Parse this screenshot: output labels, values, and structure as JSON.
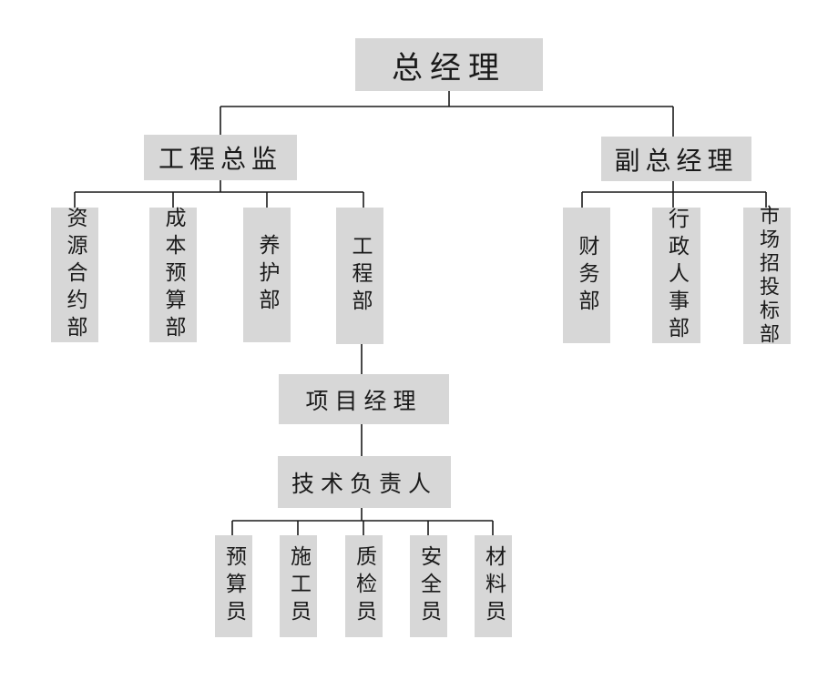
{
  "diagram": {
    "line_color": "#1a1a1a",
    "box_color": "#d7d7d7",
    "nodes": {
      "gm": "总经理",
      "chief_engineer": "工程总监",
      "deputy_gm": "副总经理",
      "resource_contract": "资源合约部",
      "cost_budget": "成本预算部",
      "maintenance": "养护部",
      "engineering": "工程部",
      "finance": "财务部",
      "admin_hr": "行政人事部",
      "market_bidding": "市场招投标部",
      "project_manager": "项目经理",
      "tech_lead": "技术负责人",
      "budget_clerk": "预算员",
      "construction_clerk": "施工员",
      "quality_inspector": "质检员",
      "safety_officer": "安全员",
      "material_clerk": "材料员"
    }
  }
}
